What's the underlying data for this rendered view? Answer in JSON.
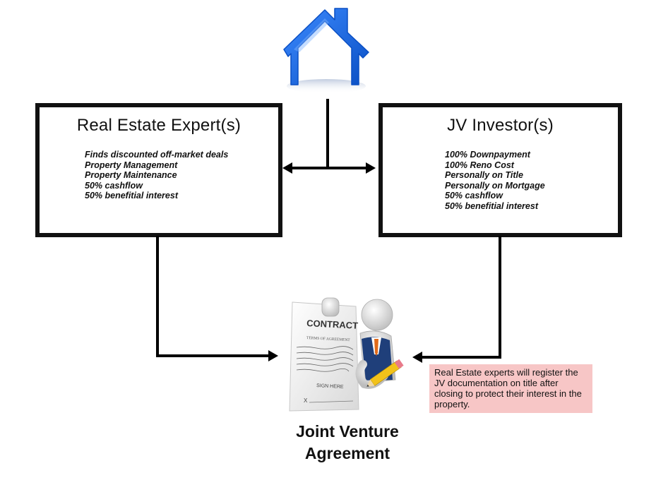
{
  "left_box": {
    "title": "Real Estate Expert(s)",
    "items": [
      "Finds discounted off-market deals",
      "Property Management",
      "Property Maintenance",
      "50% cashflow",
      "50% benefitial interest"
    ]
  },
  "right_box": {
    "title": "JV Investor(s)",
    "items": [
      "100% Downpayment",
      "100% Reno Cost",
      "Personally on Title",
      "Personally on Mortgage",
      "50% cashflow",
      "50% benefitial interest"
    ]
  },
  "contract": {
    "heading": "CONTRACT",
    "subheading": "TERMS OF AGREEMENT",
    "sign_label": "SIGN HERE",
    "sign_mark": "X"
  },
  "note": {
    "text": "Real Estate experts will register the JV documentation on title after closing to protect their interest in the property."
  },
  "caption": {
    "line1": "Joint Venture",
    "line2": "Agreement"
  },
  "colors": {
    "house_blue": "#1e6ff0",
    "house_blue_dark": "#0a4fc4",
    "note_background": "#f7c6c6",
    "line": "#000000"
  },
  "icons": {
    "house": "house-icon",
    "contract": "contract-illustration",
    "figure": "stick-figure-illustration"
  }
}
